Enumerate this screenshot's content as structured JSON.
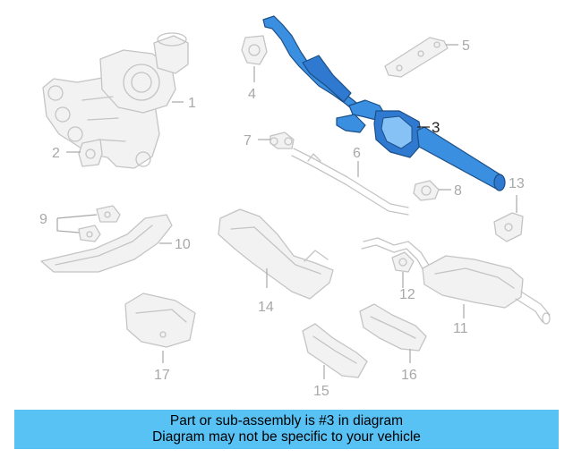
{
  "colors": {
    "highlight_part": "#3b8fe0",
    "highlight_outline": "#1c4f86",
    "ghost_parts": "#c4c4c4",
    "banner_background": "#59c2f5"
  },
  "callouts": {
    "c1": "1",
    "c2": "2",
    "c3": "3",
    "c4": "4",
    "c5": "5",
    "c6": "6",
    "c7": "7",
    "c8": "8",
    "c9": "9",
    "c10": "10",
    "c11": "11",
    "c12": "12",
    "c13": "13",
    "c14": "14",
    "c15": "15",
    "c16": "16",
    "c17": "17"
  },
  "highlighted_callout": "3",
  "banner": {
    "line1": "Part or sub-assembly is #3 in diagram",
    "line2": "Diagram may not be specific to your vehicle"
  }
}
